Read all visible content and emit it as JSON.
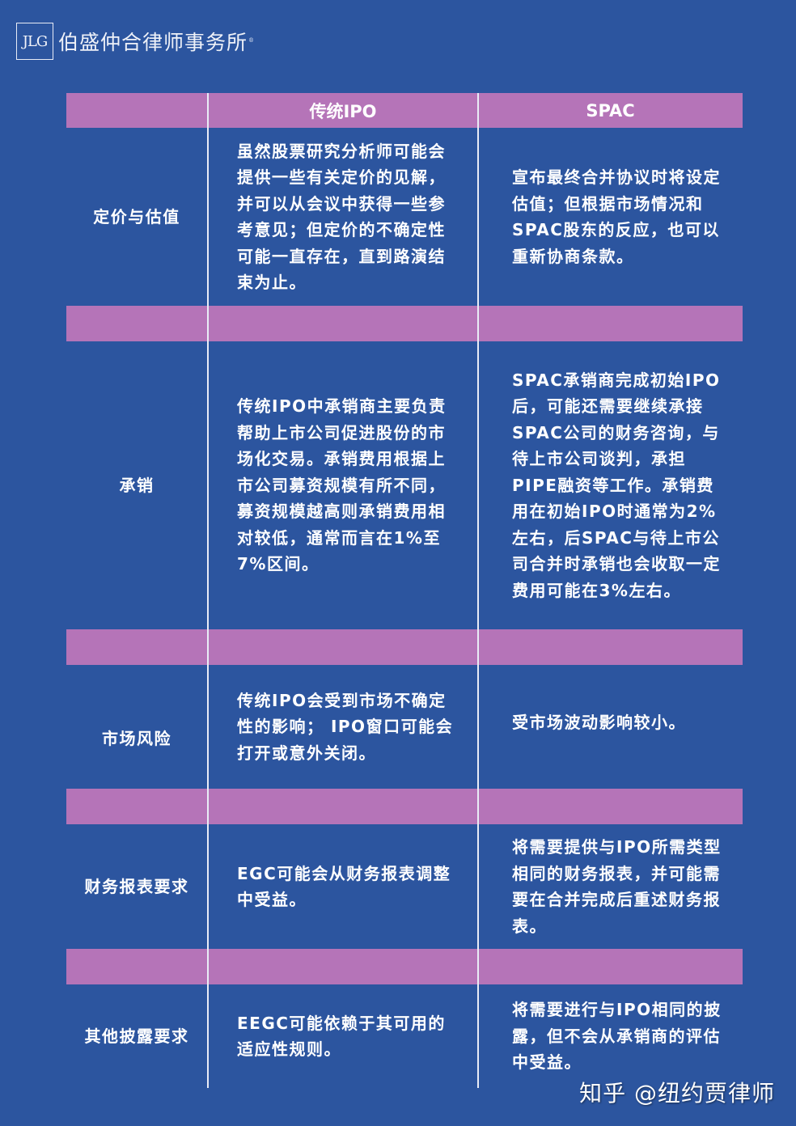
{
  "branding": {
    "logo_mark": "JLG",
    "firm_name": "伯盛仲合律师事务所",
    "registered_mark": "®"
  },
  "colors": {
    "background": "#2c559f",
    "band": "#b574b8",
    "text": "#ffffff"
  },
  "table": {
    "headers": [
      "",
      "传统IPO",
      "SPAC"
    ],
    "rows": [
      {
        "label": "定价与估值",
        "ipo": "虽然股票研究分析师可能会提供一些有关定价的见解，并可以从会议中获得一些参考意见；但定价的不确定性可能一直存在，直到路演结束为止。",
        "spac": "宣布最终合并协议时将设定估值；但根据市场情况和SPAC股东的反应，也可以重新协商条款。"
      },
      {
        "label": "承销",
        "ipo": "传统IPO中承销商主要负责帮助上市公司促进股份的市场化交易。承销费用根据上市公司募资规模有所不同，募资规模越高则承销费用相对较低，通常而言在1%至7%区间。",
        "spac": "SPAC承销商完成初始IPO后，可能还需要继续承接SPAC公司的财务咨询，与待上市公司谈判，承担PIPE融资等工作。承销费用在初始IPO时通常为2%左右，后SPAC与待上市公司合并时承销也会收取一定费用可能在3%左右。"
      },
      {
        "label": "市场风险",
        "ipo": "传统IPO会受到市场不确定性的影响； IPO窗口可能会打开或意外关闭。",
        "spac": "受市场波动影响较小。"
      },
      {
        "label": "财务报表要求",
        "ipo": "EGC可能会从财务报表调整中受益。",
        "spac": "将需要提供与IPO所需类型相同的财务报表，并可能需要在合并完成后重述财务报表。"
      },
      {
        "label": "其他披露要求",
        "ipo": "EEGC可能依赖于其可用的适应性规则。",
        "spac": "将需要进行与IPO相同的披露，但不会从承销商的评估中受益。"
      }
    ]
  },
  "watermark": "知乎 @纽约贾律师"
}
